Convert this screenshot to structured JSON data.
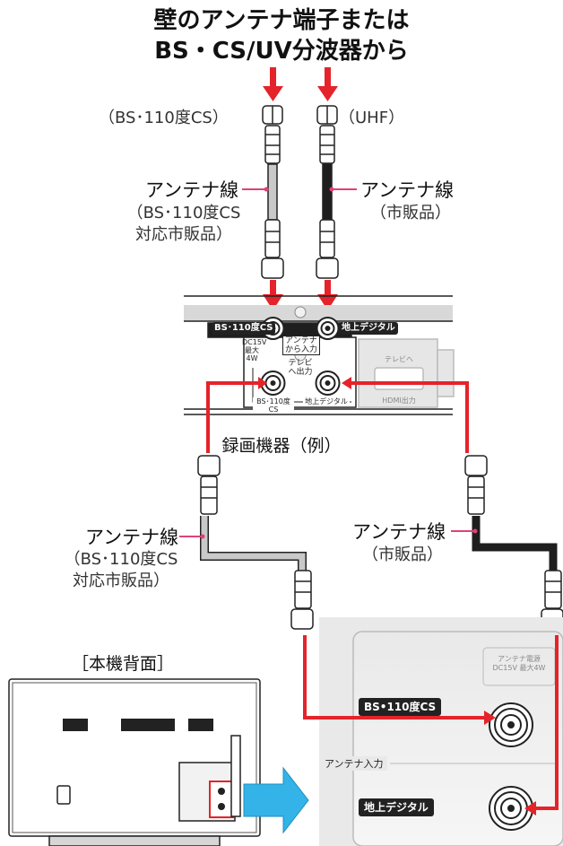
{
  "title": [
    "壁のアンテナ端子または",
    "BS・CS/UV分波器から"
  ],
  "top": {
    "bs_conn": "（BS･110度CS）",
    "uhf_conn": "（UHF）",
    "cable_left": "アンテナ線",
    "cable_left_sub": [
      "（BS･110度CS",
      "対応市販品）"
    ],
    "cable_right": "アンテナ線",
    "cable_right_sub": "（市販品）"
  },
  "recorder": {
    "caption": "録画機器（例）",
    "in_bs": "BS･110度CS",
    "in_terr": "地上デジタル",
    "power_note": [
      "DC15V",
      "最大4W"
    ],
    "antenna_in": [
      "アンテナ",
      "から入力"
    ],
    "to_tv": [
      "テレビ",
      "へ出力"
    ],
    "out_bs": "BS･110度CS",
    "out_terr": "地上デジタル",
    "tv_label": "テレビへ",
    "hdmi_out": "HDMI出力"
  },
  "lower": {
    "cable_left": "アンテナ線",
    "cable_left_sub": [
      "（BS･110度CS",
      "対応市販品）"
    ],
    "cable_right": "アンテナ線",
    "cable_right_sub": "（市販品）"
  },
  "tv": {
    "caption": "［本機背面］"
  },
  "panel": {
    "power_note": [
      "アンテナ電源",
      "DC15V 最大4W"
    ],
    "bs_tag": "BS•110度CS",
    "antenna_input": "アンテナ入力",
    "terr_tag": "地上デジタル"
  },
  "colors": {
    "arrow": "#e4232b",
    "cable_dark": "#1e1e1e",
    "cable_light": "#9a9a9a",
    "zoom_arrow": "#33b3e8"
  }
}
